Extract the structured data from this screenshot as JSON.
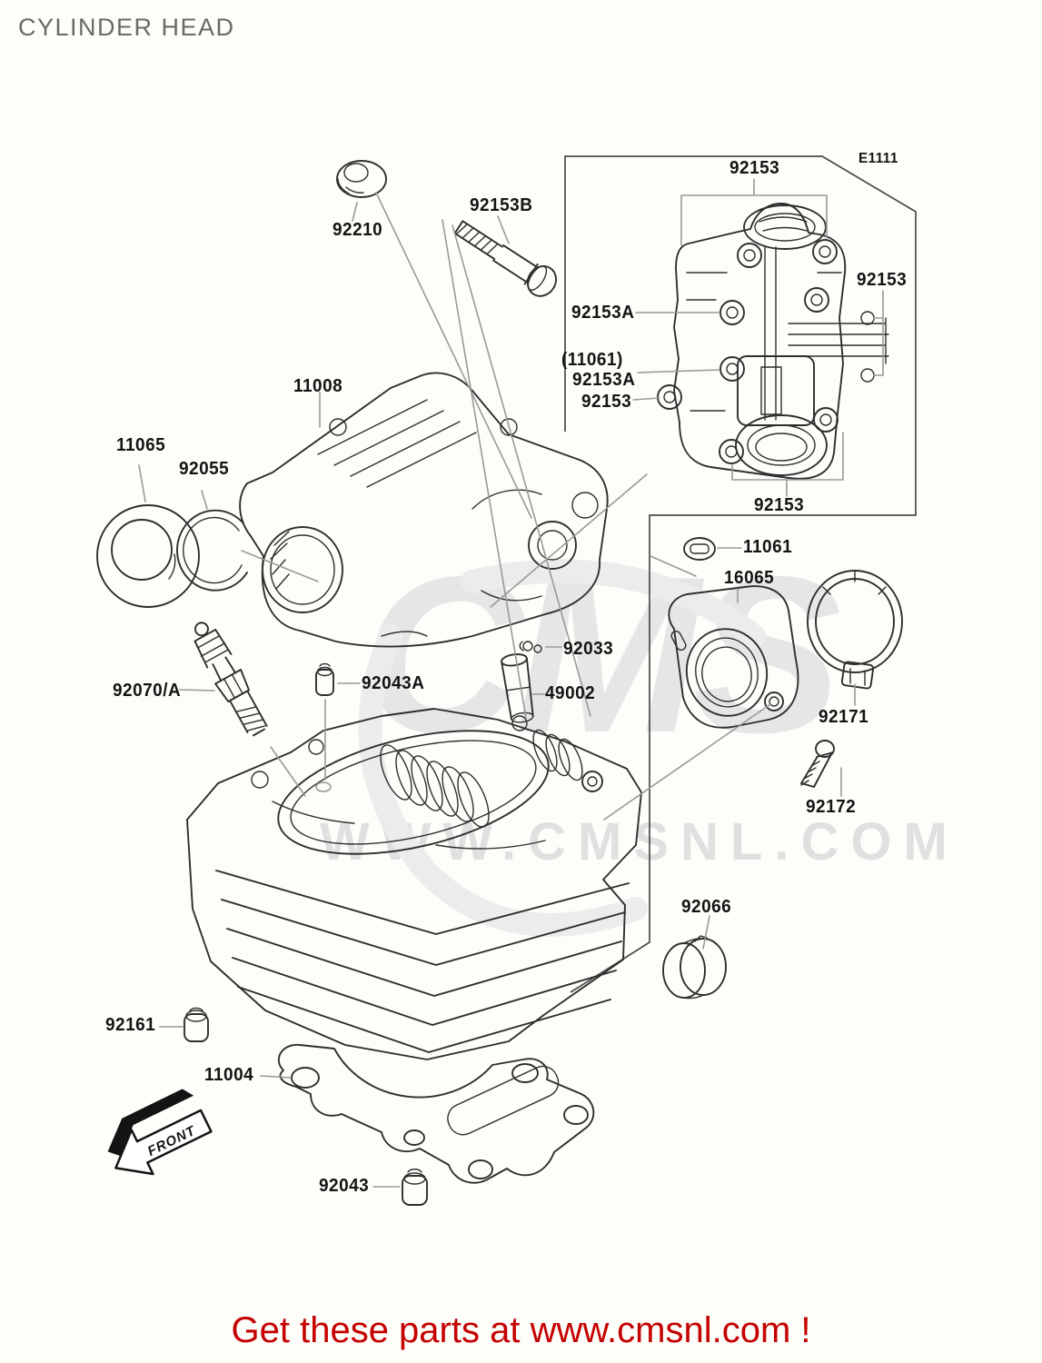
{
  "page": {
    "title": "CYLINDER HEAD",
    "front_marker": "FRONT",
    "banner": "Get these parts at www.cmsnl.com !"
  },
  "watermark": {
    "logo_text": "CMS",
    "url_text": "WWW.CMSNL.COM"
  },
  "colors": {
    "background": "#fdfdf9",
    "line": "#2e2e2e",
    "leader": "#999999",
    "label": "#141414",
    "title_gray": "#696969",
    "banner_red": "#c40000",
    "watermark_gray": "#e3e3e3"
  },
  "callouts": [
    {
      "text": "92210"
    },
    {
      "text": "92153B"
    },
    {
      "text": "92153"
    },
    {
      "text": "E1111"
    },
    {
      "text": "92153A"
    },
    {
      "text": "(11061)"
    },
    {
      "text": "92153A"
    },
    {
      "text": "92153"
    },
    {
      "text": "92153"
    },
    {
      "text": "92153"
    },
    {
      "text": "11008"
    },
    {
      "text": "11065"
    },
    {
      "text": "92055"
    },
    {
      "text": "11061"
    },
    {
      "text": "16065"
    },
    {
      "text": "92033"
    },
    {
      "text": "92070/A"
    },
    {
      "text": "92043A"
    },
    {
      "text": "49002"
    },
    {
      "text": "92171"
    },
    {
      "text": "92172"
    },
    {
      "text": "92066"
    },
    {
      "text": "92161"
    },
    {
      "text": "11004"
    },
    {
      "text": "92043"
    }
  ]
}
